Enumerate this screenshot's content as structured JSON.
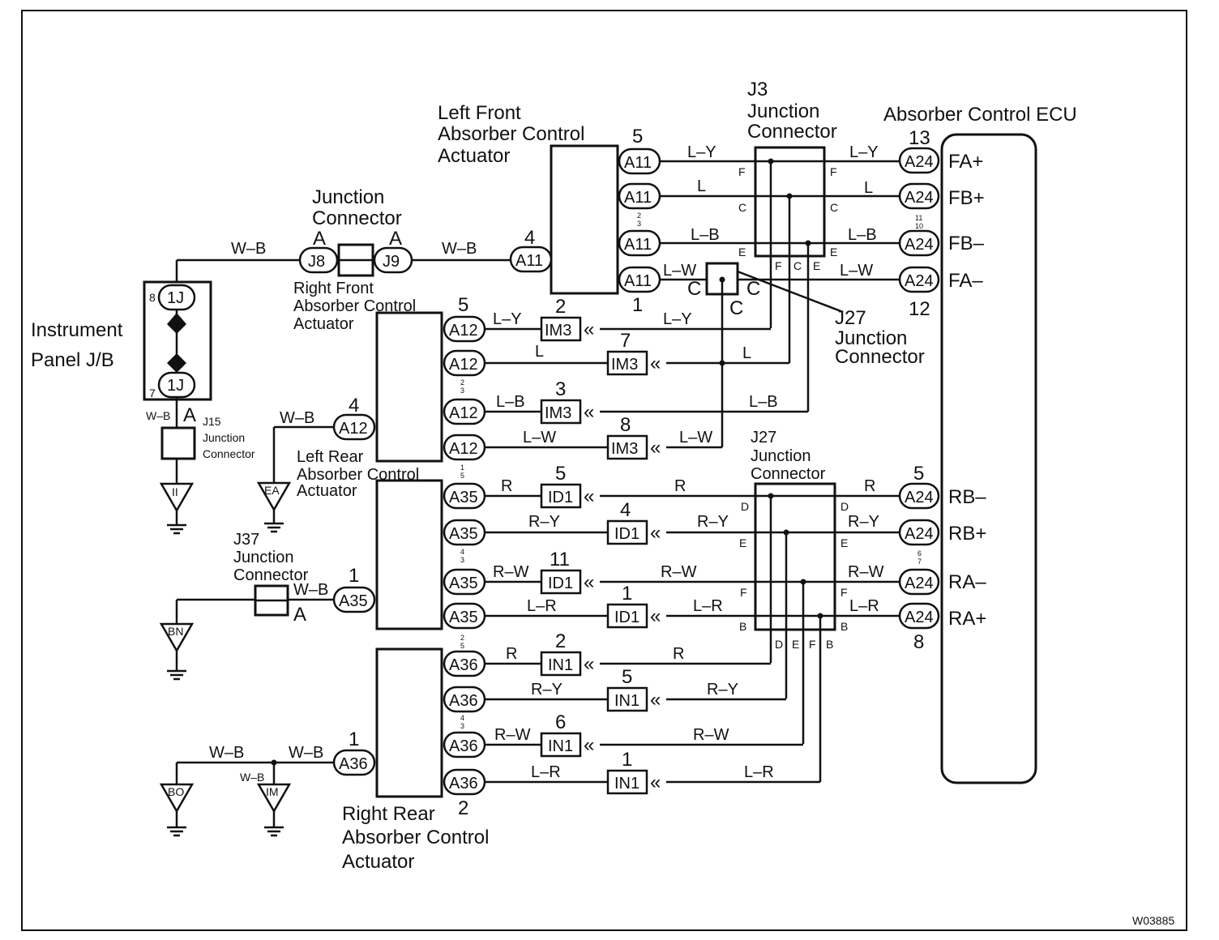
{
  "figure_id": "W03885",
  "components": {
    "ecu": {
      "title": "Absorber Control ECU",
      "pins": [
        "FA+",
        "FB+",
        "FB–",
        "FA–",
        "RB–",
        "RB+",
        "RA–",
        "RA+"
      ],
      "top_nums": [
        "13",
        "12",
        "5",
        "8"
      ],
      "small_nums": [
        "11",
        "10",
        "6",
        "7"
      ]
    },
    "left_front": {
      "line1": "Left Front",
      "line2": "Absorber Control",
      "line3": "Actuator",
      "pin_top": "5",
      "pin_bottom": "1",
      "pin_side": "4",
      "small": "2\n3"
    },
    "right_front": {
      "line1": "Right Front",
      "line2": "Absorber Control",
      "line3": "Actuator",
      "pin_top": "5",
      "pin_side": "4"
    },
    "left_rear": {
      "line1": "Left Rear",
      "line2": "Absorber Control",
      "line3": "Actuator",
      "pin_side": "1",
      "small": "1\n5"
    },
    "right_rear": {
      "line1": "Right Rear",
      "line2": "Absorber Control",
      "line3": "Actuator",
      "pin_bottom": "2",
      "pin_side": "1"
    },
    "instrument_panel": {
      "line1": "Instrument",
      "line2": "Panel J/B",
      "conn": "1J",
      "pin_top": "8",
      "pin_bottom": "7"
    },
    "junction_top": {
      "line1": "Junction",
      "line2": "Connector",
      "left_conn": "J8",
      "right_conn": "J9",
      "letter": "A"
    },
    "j3": {
      "id": "J3",
      "line1": "Junction",
      "line2": "Connector"
    },
    "j27_front": {
      "id": "J27",
      "line1": "Junction",
      "line2": "Connector",
      "letter": "C"
    },
    "j27_rear": {
      "id": "J27",
      "line1": "Junction",
      "line2": "Connector"
    },
    "j15": {
      "id": "J15",
      "line1": "Junction",
      "line2": "Connector",
      "letter": "A"
    },
    "j37": {
      "id": "J37",
      "line1": "Junction",
      "line2": "Connector",
      "letter": "A"
    },
    "grounds": [
      "II",
      "EA",
      "BN",
      "BO",
      "IM"
    ]
  },
  "connectors": {
    "a11": "A11",
    "a12": "A12",
    "a35": "A35",
    "a36": "A36",
    "a24": "A24",
    "im3": "IM3",
    "id1": "ID1",
    "in1": "IN1"
  },
  "wires": {
    "wb": "W–B",
    "ly": "L–Y",
    "l": "L",
    "lb": "L–B",
    "lw": "L–W",
    "r": "R",
    "ry": "R–Y",
    "rw": "R–W",
    "lr": "L–R"
  },
  "row_nums": {
    "im3": [
      "2",
      "7",
      "3",
      "8"
    ],
    "id1": [
      "5",
      "4",
      "11",
      "1"
    ],
    "in1": [
      "2",
      "5",
      "6",
      "1"
    ]
  },
  "letters": {
    "f": "F",
    "c": "C",
    "e": "E",
    "d": "D",
    "b": "B"
  },
  "small_pins": {
    "a11_mid": "2\n3",
    "a12_mid": "2\n3",
    "a35_top": "1\n5",
    "a35_mid": "4\n3",
    "a36_top": "2\n5",
    "a36_mid": "4\n3",
    "a24_front": "11\n10",
    "a24_rear": "6\n7"
  }
}
